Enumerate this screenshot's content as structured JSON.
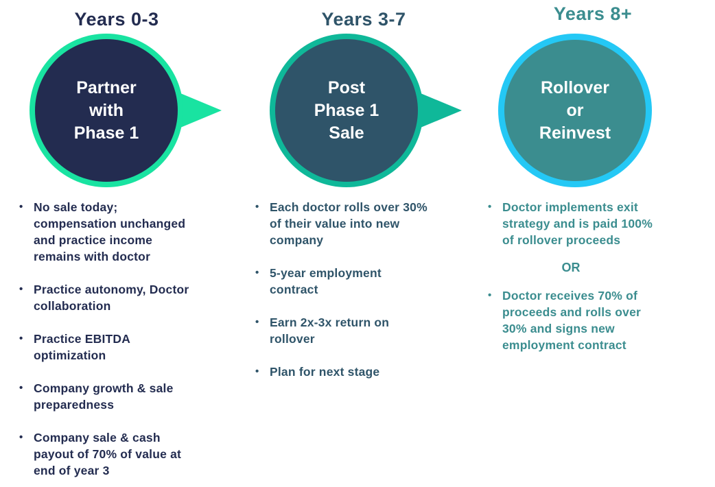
{
  "bullet_glyph": "•",
  "theme": {
    "navy": "#232C50",
    "mint": "#19E3A1",
    "slate": "#2F5469",
    "teal": "#0FB899",
    "seafoam": "#3B8D8F",
    "cyan": "#24C8F5",
    "white": "#FFFFFF",
    "background": "#FFFFFF"
  },
  "columns": [
    {
      "title": "Years 0-3",
      "circle_label": "Partner\nwith\nPhase 1",
      "bullets": [
        "No sale today;\ncompensation unchanged\nand practice income\nremains with doctor",
        "Practice autonomy, Doctor\ncollaboration",
        "Practice EBITDA\noptimization",
        "Company growth & sale\npreparedness",
        "Company sale & cash\npayout of 70% of value at\nend of year 3"
      ]
    },
    {
      "title": "Years 3-7",
      "circle_label": "Post\nPhase 1\nSale",
      "bullets": [
        "Each doctor rolls over 30%\nof their value into new\ncompany",
        "5-year employment\ncontract",
        "Earn 2x-3x return on\nrollover",
        "Plan for next stage"
      ]
    },
    {
      "title": "Years 8+",
      "circle_label": "Rollover\nor\nReinvest",
      "or_label": "OR",
      "bullets": [
        "Doctor implements exit\nstrategy and is paid 100%\nof rollover proceeds",
        "Doctor receives 70% of\nproceeds and rolls over\n30% and signs new\nemployment contract"
      ]
    }
  ]
}
